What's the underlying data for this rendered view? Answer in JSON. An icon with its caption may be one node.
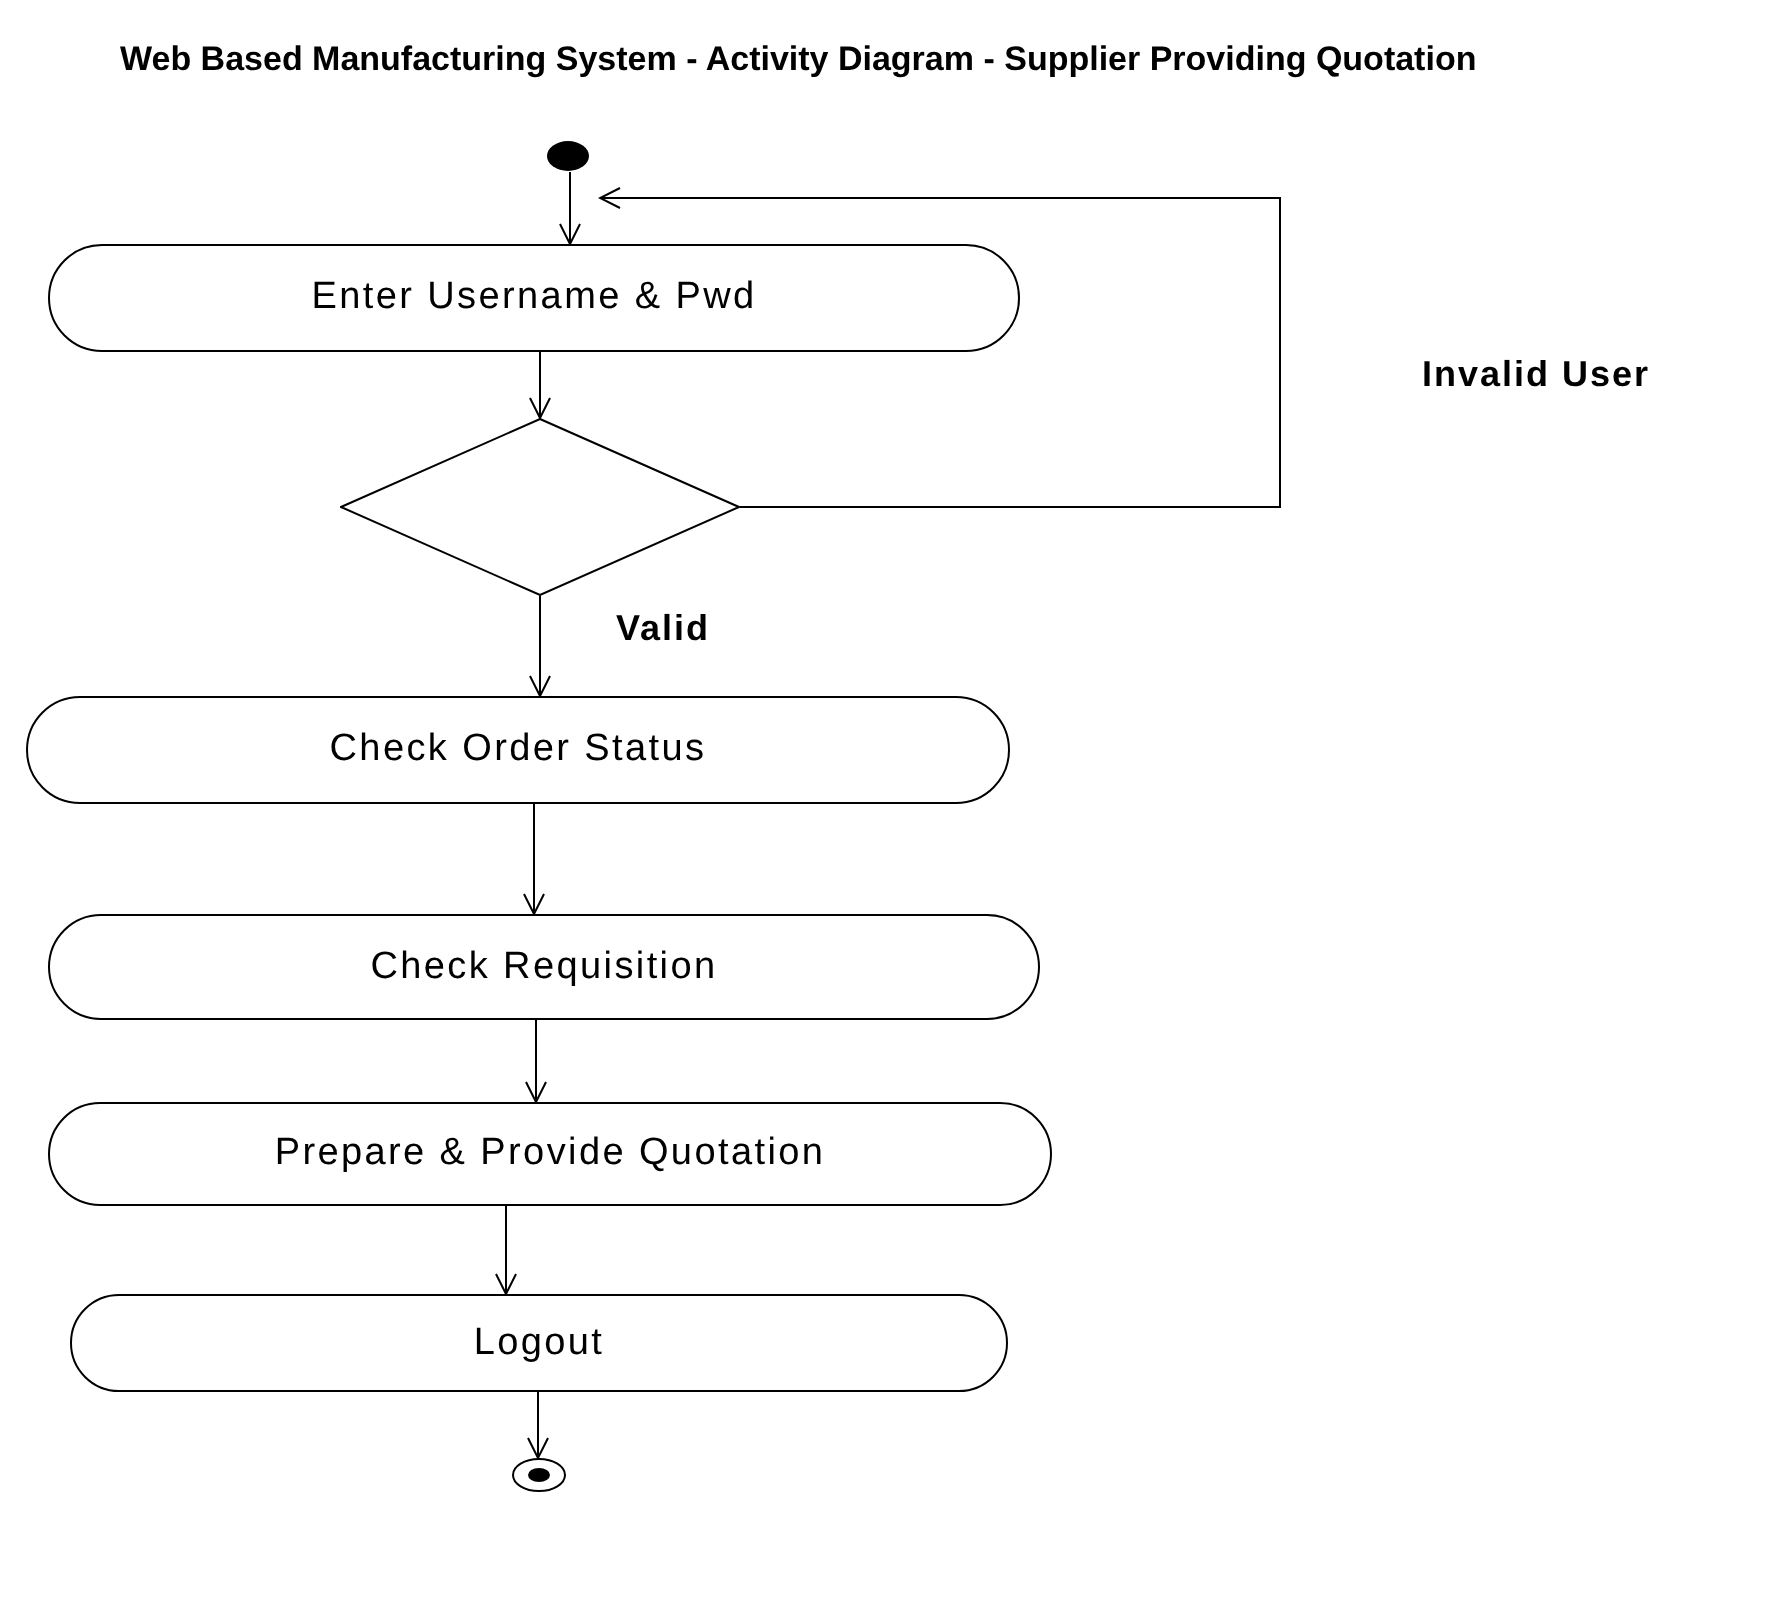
{
  "diagram": {
    "title": "Web Based Manufacturing System - Activity Diagram - Supplier Providing Quotation",
    "nodes": [
      {
        "text": [],
        "shape": "dot"
      },
      {
        "text": [
          "Enter Username & Pwd"
        ]
      },
      {
        "text": [],
        "shape": "diamond"
      },
      {
        "text": [
          "Check Order Status"
        ]
      },
      {
        "text": [
          "Check Requisition"
        ]
      },
      {
        "text": [
          "Prepare & Provide Quotation"
        ]
      },
      {
        "text": [
          "Logout"
        ]
      },
      {
        "text": [],
        "shape": "bullseye"
      }
    ],
    "edges": [
      {
        "from": 0,
        "to": 1,
        "arrow": "to"
      },
      {
        "from": 1,
        "to": 2,
        "arrow": "to"
      },
      {
        "from": 2,
        "to": 1,
        "arrow": "to",
        "label": "Invalid User"
      },
      {
        "from": 2,
        "to": 3,
        "arrow": "to",
        "label": "Valid"
      },
      {
        "from": 3,
        "to": 4,
        "arrow": "to"
      },
      {
        "from": 4,
        "to": 5,
        "arrow": "to"
      },
      {
        "from": 5,
        "to": 6,
        "arrow": "to"
      },
      {
        "from": 6,
        "to": 7,
        "arrow": "to"
      }
    ]
  }
}
